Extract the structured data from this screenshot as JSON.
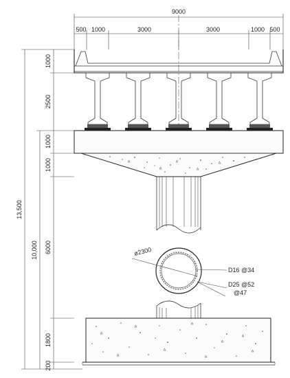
{
  "top_dims": {
    "overall": "9000",
    "segments": [
      "500",
      "1000",
      "3000",
      "3000",
      "1000",
      "500"
    ]
  },
  "left_dims": {
    "superstructure": [
      "1000",
      "2500"
    ],
    "pier": [
      "1000",
      "1000",
      "6000",
      "1800",
      "200"
    ],
    "pier_height": "10,000",
    "total_height": "13,500"
  },
  "section": {
    "diameter": "ø2300",
    "bar1": "D16 @34",
    "bar2_a": "D25 @52",
    "bar2_b": "@47"
  }
}
